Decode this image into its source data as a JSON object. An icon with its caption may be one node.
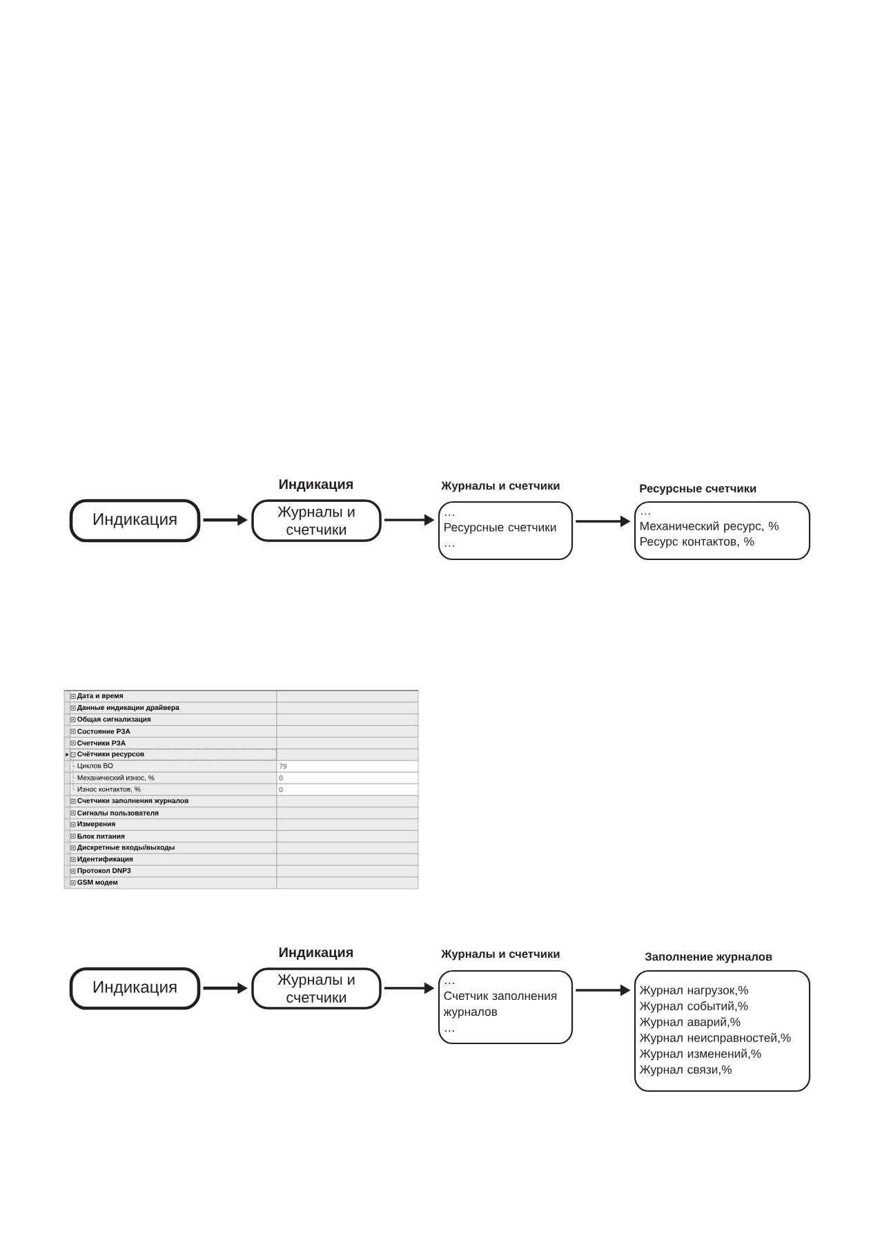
{
  "diagram": {
    "nodes": [
      {
        "text": [
          "Индикация"
        ]
      },
      {
        "text": [
          "Индикация",
          "Журналы и счетчики"
        ]
      },
      {
        "text": [
          "Журналы и счетчики",
          "…",
          "Ресурсные счетчики",
          "…"
        ]
      },
      {
        "text": [
          "Ресурсные счетчики",
          "…",
          "Механический ресурс, %",
          "Ресурс контактов, %"
        ]
      },
      {
        "text": [
          "Индикация"
        ]
      },
      {
        "text": [
          "Индикация",
          "Журналы и счетчики"
        ]
      },
      {
        "text": [
          "Журналы и счетчики",
          "…",
          "Счетчик заполнения журналов",
          "…"
        ]
      },
      {
        "text": [
          "Заполнение журналов",
          "Журнал нагрузок,%",
          "Журнал событий,%",
          "Журнал аварий,%",
          "Журнал неисправностей,%",
          "Журнал изменений,%",
          "Журнал связи,%"
        ]
      }
    ],
    "edges": [
      {
        "from": 0,
        "to": 1,
        "arrow": "to"
      },
      {
        "from": 1,
        "to": 2,
        "arrow": "to"
      },
      {
        "from": 2,
        "to": 3,
        "arrow": "to"
      },
      {
        "from": 4,
        "to": 5,
        "arrow": "to"
      },
      {
        "from": 5,
        "to": 6,
        "arrow": "to"
      },
      {
        "from": 6,
        "to": 7,
        "arrow": "to"
      }
    ],
    "labels": [
      "Дата и время",
      "Данные индикации драйвера",
      "Общая сигнализация",
      "Состояние РЗА",
      "Счетчики РЗА",
      "Счётчики ресурсов",
      "Циклов ВО",
      "79",
      "Механический износ, %",
      "0",
      "Износ контактов, %",
      "0",
      "Счетчики заполнения журналов",
      "Сигналы пользователя",
      "Измерения",
      "Блок питания",
      "Дискретные входы/выходы",
      "Идентификация",
      "Протокол DNP3",
      "GSM модем"
    ]
  }
}
